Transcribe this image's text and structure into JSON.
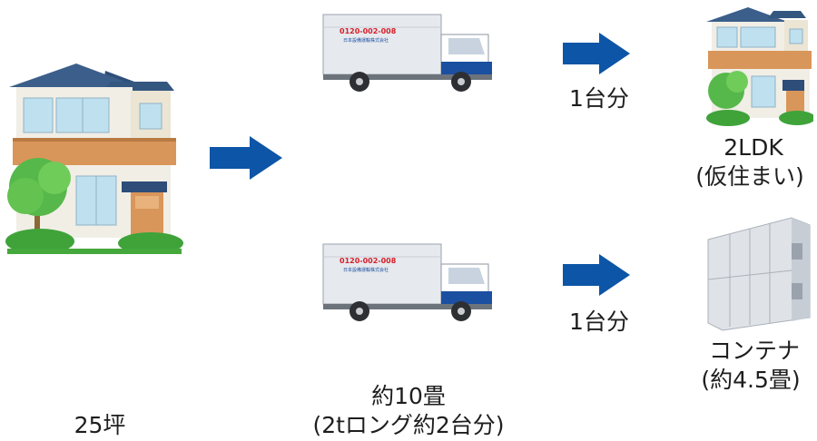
{
  "house_label": "25坪",
  "truck_top": {
    "phone": "0120-002-008",
    "company": "日本設備運輸株式会社"
  },
  "truck_bottom": {
    "phone": "0120-002-008",
    "company": "日本設備運輸株式会社"
  },
  "truck_caption": {
    "line1": "約10畳",
    "line2": "(2tロング約2台分)"
  },
  "top_count": "1台分",
  "bottom_count": "1台分",
  "apartment_caption": {
    "line1": "2LDK",
    "line2": "(仮住まい)"
  },
  "container_caption": {
    "line1": "コンテナ",
    "line2": "(約4.5畳)"
  },
  "colors": {
    "arrow": "#0d55a6",
    "truck_cab": "#1b4fa0",
    "phone_text": "#d6202a",
    "roof": "#3b5f8a",
    "wall_band": "#d9965a"
  }
}
